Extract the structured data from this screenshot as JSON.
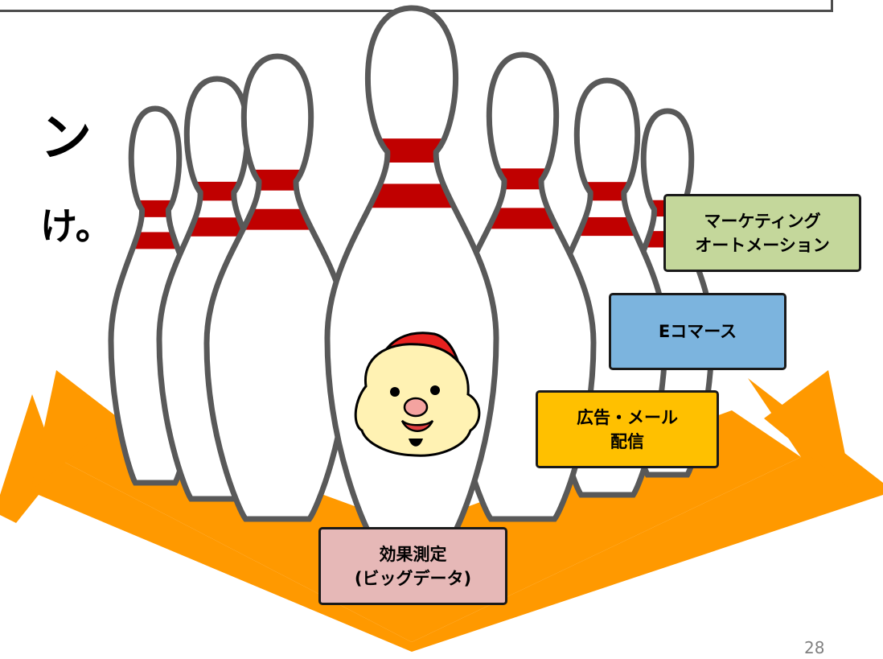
{
  "slide": {
    "cut_text_1": "ン",
    "cut_text_2": "け。",
    "page_number": "28"
  },
  "labels": {
    "marketing_automation": "マーケティング\nオートメーション",
    "ecommerce": "Eコマース",
    "ad_mail": "広告・メール\n配信",
    "measurement": "効果測定\n(ビッグデータ)"
  },
  "colors": {
    "arrow": "#ff9900",
    "pin_fill": "#ffffff",
    "pin_stroke": "#595959",
    "pin_stripe": "#c00000",
    "label_ma": "#c4d79b",
    "label_ec": "#7cb4de",
    "label_ad": "#ffc000",
    "label_eff": "#e6b8b7",
    "mascot_face": "#fff2b3",
    "mascot_hat": "#e8211f"
  }
}
